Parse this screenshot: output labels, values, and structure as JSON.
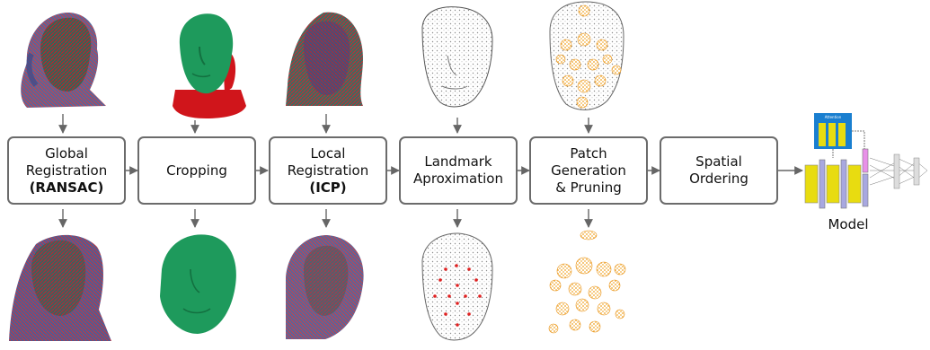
{
  "stages": [
    {
      "lines": [
        "Global",
        "Registration"
      ],
      "bold": "(RANSAC)"
    },
    {
      "lines": [
        "Cropping"
      ],
      "bold": ""
    },
    {
      "lines": [
        "Local",
        "Registration"
      ],
      "bold": "(ICP)"
    },
    {
      "lines": [
        "Landmark",
        "Aproximation"
      ],
      "bold": ""
    },
    {
      "lines": [
        "Patch",
        "Generation",
        "& Pruning"
      ],
      "bold": ""
    },
    {
      "lines": [
        "Spatial",
        "Ordering"
      ],
      "bold": ""
    }
  ],
  "model": {
    "label": "Model",
    "attention_label": "Attention"
  },
  "colors": {
    "box_border": "#6b6b6b",
    "arrow": "#666666",
    "scan_red": "#c0202a",
    "scan_green": "#1f9a5a",
    "scan_blue": "#2a3a9a",
    "mesh_green": "#1e9a5c",
    "mesh_red": "#d0151b",
    "point_gray": "#9a9a9a",
    "landmark_red": "#e02020",
    "patch_orange": "#f0a020",
    "model_yellow": "#e8dc10",
    "model_blue": "#1a7fd0",
    "model_purple": "#a8a8e0",
    "model_pink": "#e890e8"
  }
}
